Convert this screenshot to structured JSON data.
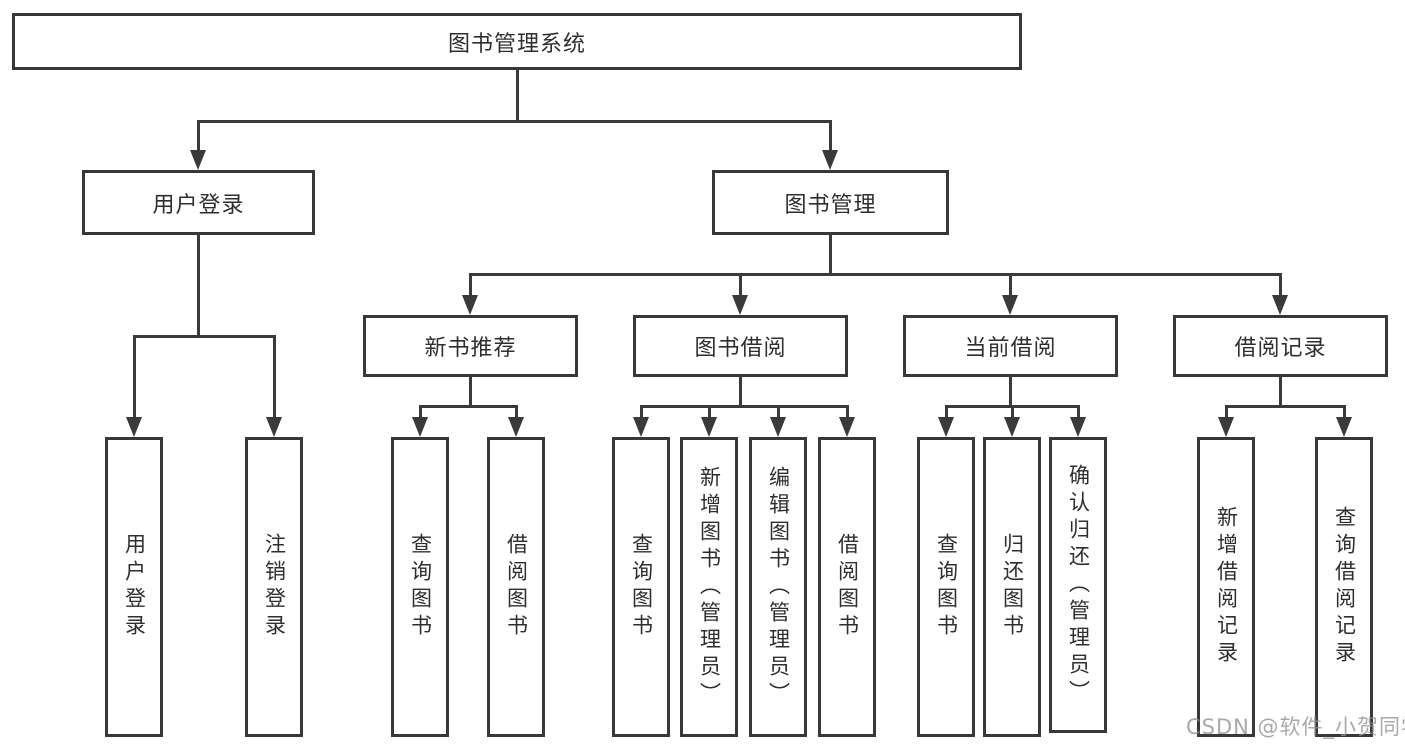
{
  "colors": {
    "background": "#ffffff",
    "line": "#3a3a3a",
    "box_border": "#383838",
    "text": "#2e2e2e",
    "watermark": "#949494"
  },
  "tree": {
    "root": {
      "label": "图书管理系统"
    },
    "children": [
      {
        "label": "用户登录",
        "children": [
          {
            "label": "用户登录"
          },
          {
            "label": "注销登录"
          }
        ]
      },
      {
        "label": "图书管理",
        "children": [
          {
            "label": "新书推荐",
            "children": [
              {
                "label": "查询图书"
              },
              {
                "label": "借阅图书"
              }
            ]
          },
          {
            "label": "图书借阅",
            "children": [
              {
                "label": "查询图书"
              },
              {
                "label": "新增图书（管理员）"
              },
              {
                "label": "编辑图书（管理员）"
              },
              {
                "label": "借阅图书"
              }
            ]
          },
          {
            "label": "当前借阅",
            "children": [
              {
                "label": "查询图书"
              },
              {
                "label": "归还图书"
              },
              {
                "label": "确认归还（管理员）"
              }
            ]
          },
          {
            "label": "借阅记录",
            "children": [
              {
                "label": "新增借阅记录"
              },
              {
                "label": "查询借阅记录"
              }
            ]
          }
        ]
      }
    ]
  },
  "watermark": {
    "text": "CSDN @软件_小贺同学"
  }
}
